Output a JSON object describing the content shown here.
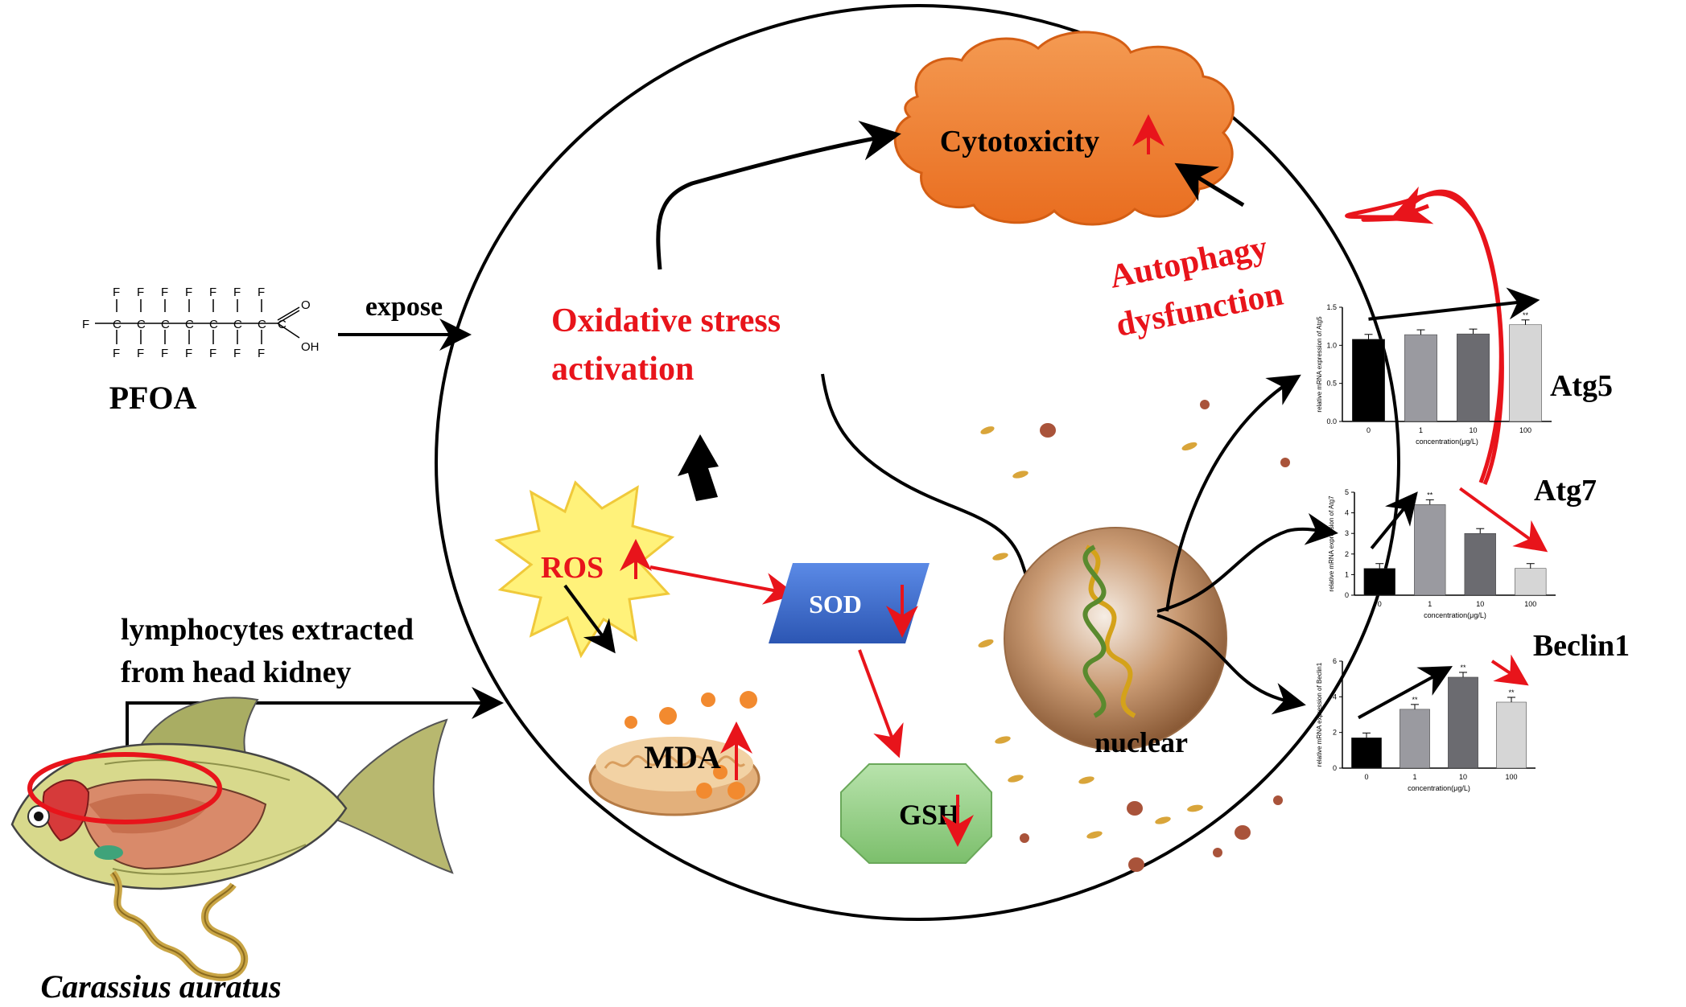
{
  "labels": {
    "pfoa": "PFOA",
    "expose": "expose",
    "lymphocytes_line1": "lymphocytes extracted",
    "lymphocytes_line2": "from head kidney",
    "species": "Carassius auratus",
    "oxidative_line1": "Oxidative stress",
    "oxidative_line2": "activation",
    "cytotoxicity": "Cytotoxicity",
    "autophagy_line1": "Autophagy",
    "autophagy_line2": "dysfunction",
    "ros": "ROS",
    "sod": "SOD",
    "mda": "MDA",
    "gsh": "GSH",
    "nuclear": "nuclear"
  },
  "molecule": {
    "f": "F",
    "c": "C",
    "o": "O",
    "oh": "OH"
  },
  "colors": {
    "red": "#e8141b",
    "black": "#000000",
    "cloud": "#f07f2e",
    "sod": "#3d6fcf",
    "gsh": "#8fcf83",
    "nucleus": "#b8865f",
    "ros": "#fff27a"
  },
  "chart_data": [
    {
      "type": "bar",
      "title": "Atg5",
      "ylabel": "relative mRNA expression of Atg5",
      "xlabel": "concentration(μg/L)",
      "categories": [
        "0",
        "1",
        "10",
        "100"
      ],
      "values": [
        1.08,
        1.14,
        1.15,
        1.27
      ],
      "ylim": [
        0,
        1.5
      ],
      "yticks": [
        "0.0",
        "0.5",
        "1.0",
        "1.5"
      ],
      "sig": [
        "",
        "",
        "",
        "**"
      ],
      "trend": [
        "up"
      ]
    },
    {
      "type": "bar",
      "title": "Atg7",
      "ylabel": "relative mRNA expression of Atg7",
      "xlabel": "concentration(μg/L)",
      "categories": [
        "0",
        "1",
        "10",
        "100"
      ],
      "values": [
        1.3,
        4.4,
        3.0,
        1.3
      ],
      "ylim": [
        0,
        5
      ],
      "yticks": [
        "0",
        "1",
        "2",
        "3",
        "4",
        "5"
      ],
      "sig": [
        "",
        "**",
        "",
        ""
      ],
      "trend": [
        "up",
        "down"
      ]
    },
    {
      "type": "bar",
      "title": "Beclin1",
      "ylabel": "relative mRNA expression of Beclin1",
      "xlabel": "concentration(μg/L)",
      "categories": [
        "0",
        "1",
        "10",
        "100"
      ],
      "values": [
        1.7,
        3.3,
        5.1,
        3.7
      ],
      "ylim": [
        0,
        6
      ],
      "yticks": [
        "0",
        "2",
        "4",
        "6"
      ],
      "sig": [
        "",
        "**",
        "**",
        "**"
      ],
      "trend": [
        "up",
        "down"
      ]
    }
  ]
}
